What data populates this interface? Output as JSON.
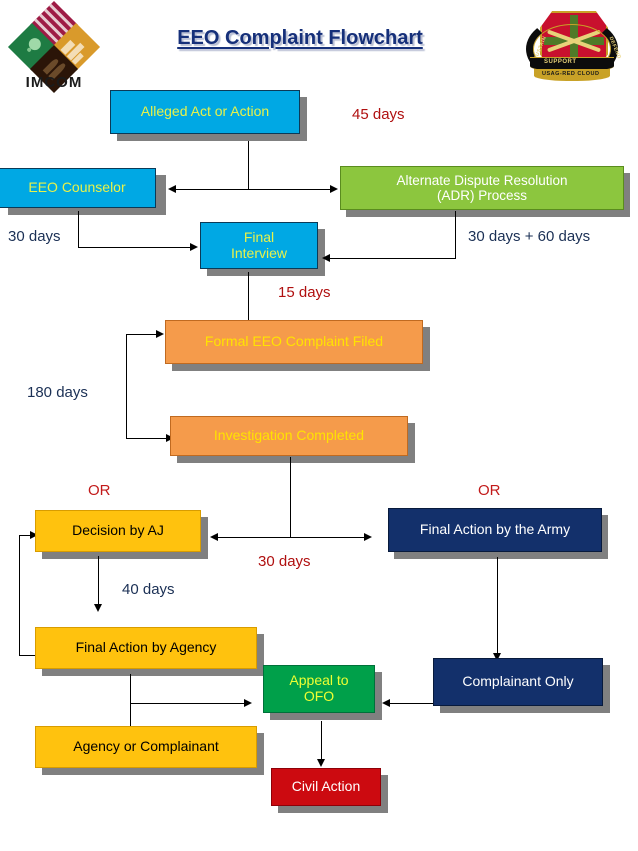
{
  "page": {
    "title": "EEO Complaint Flowchart",
    "background": "#FFFFFF"
  },
  "logos": {
    "imcom": {
      "name": "IMCOM",
      "wordmark": "IMCOM"
    },
    "crest": {
      "name": "USAG-Red Cloud distinctive unit insignia",
      "motto_left": "SUSTAIN",
      "motto_center": "SUPPORT",
      "motto_right": "DEFEND",
      "unit": "USAG-RED CLOUD"
    }
  },
  "colors": {
    "cyan": "#00A8E4",
    "green": "#8CC63E",
    "orange": "#F59B4B",
    "gold": "#FFC20E",
    "navy": "#13306B",
    "emerald": "#00A04A",
    "red": "#CC0A10",
    "title_navy": "#16307A",
    "annotation_red": "#B01010",
    "annotation_navy": "#1B3055",
    "or_red": "#C21A1A",
    "shadow": "#808080"
  },
  "nodes": {
    "alleged": "Alleged Act or Action",
    "counselor": "EEO Counselor",
    "adr": "Alternate Dispute Resolution\n(ADR) Process",
    "final_interview": "Final\nInterview",
    "formal_complaint": "Formal EEO Complaint Filed",
    "investigation": "Investigation Completed",
    "decision_aj": "Decision by AJ",
    "final_action_army": "Final Action by the Army",
    "final_action_agency": "Final Action by Agency",
    "agency_or_complainant": "Agency or Complainant",
    "complainant_only": "Complainant Only",
    "appeal_ofo": "Appeal to\nOFO",
    "civil_action": "Civil Action"
  },
  "annotations": {
    "days_45": "45 days",
    "days_30_left": "30 days",
    "days_30_60": "30 days + 60 days",
    "days_15": "15 days",
    "days_180": "180 days",
    "or_left": "OR",
    "or_right": "OR",
    "days_30_mid": "30 days",
    "days_40": "40 days"
  }
}
